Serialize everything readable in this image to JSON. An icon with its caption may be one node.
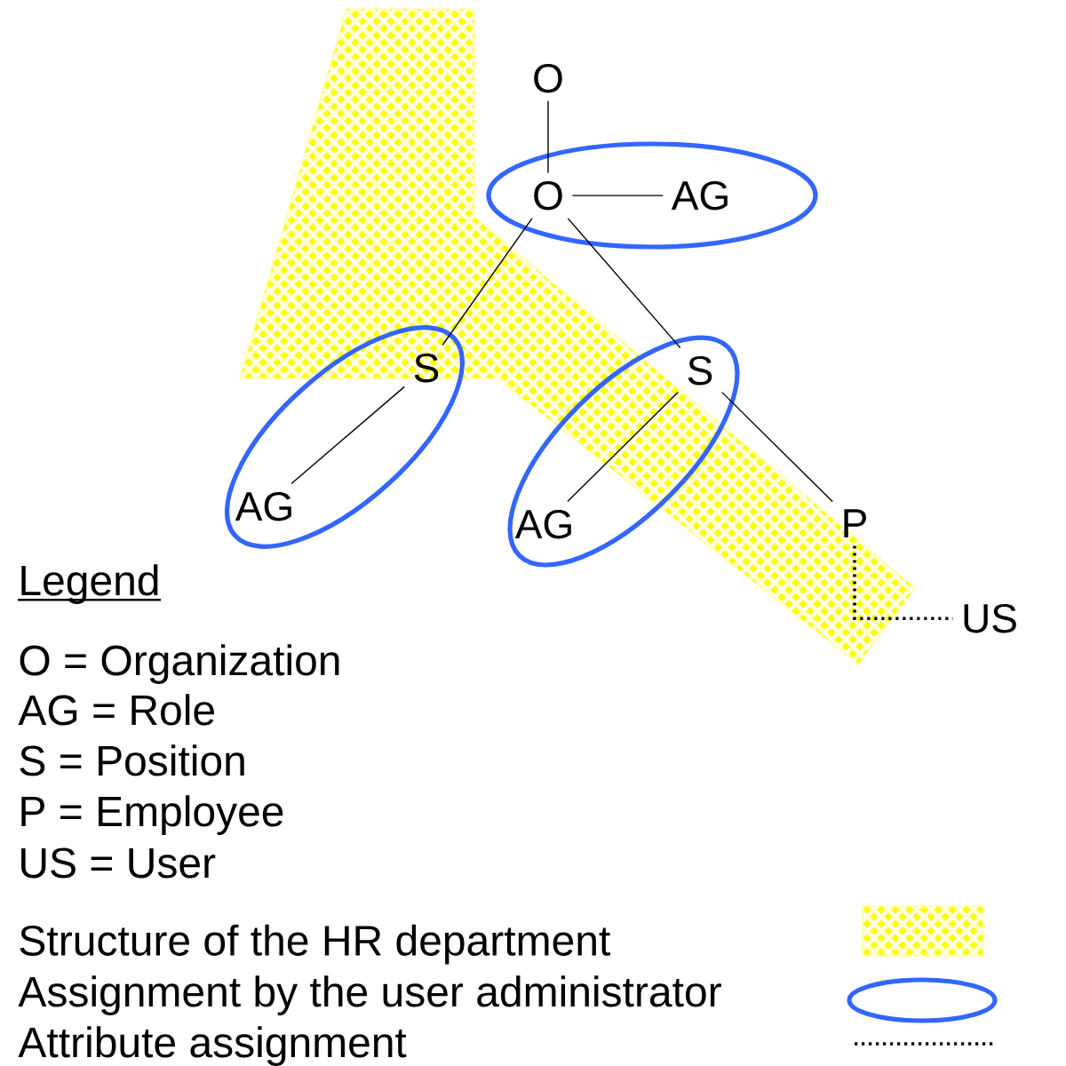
{
  "diagram": {
    "nodes": [
      {
        "text": [
          "O"
        ]
      },
      {
        "text": [],
        "shape": "ellipse"
      },
      {
        "text": [
          "O"
        ],
        "in": 1
      },
      {
        "text": [
          "AG"
        ],
        "in": 1
      },
      {
        "text": [],
        "shape": "ellipse"
      },
      {
        "text": [
          "S"
        ],
        "in": 4
      },
      {
        "text": [
          "AG"
        ],
        "in": 4
      },
      {
        "text": [],
        "shape": "ellipse"
      },
      {
        "text": [
          "S"
        ],
        "in": 7
      },
      {
        "text": [
          "AG"
        ],
        "in": 7
      },
      {
        "text": [
          "P"
        ]
      },
      {
        "text": [
          "US"
        ]
      }
    ],
    "edges": [
      {
        "from": 0,
        "to": 2,
        "arrow": "none"
      },
      {
        "from": 2,
        "to": 3,
        "arrow": "none"
      },
      {
        "from": 2,
        "to": 5,
        "arrow": "none"
      },
      {
        "from": 2,
        "to": 8,
        "arrow": "none"
      },
      {
        "from": 5,
        "to": 6,
        "arrow": "none"
      },
      {
        "from": 8,
        "to": 9,
        "arrow": "none"
      },
      {
        "from": 8,
        "to": 10,
        "arrow": "none"
      },
      {
        "from": 10,
        "to": 11,
        "arrow": "none",
        "style": "dashed"
      }
    ],
    "labels": [
      "Legend",
      "O = Organization",
      "AG = Role",
      "S = Position",
      "P = Employee",
      "US = User"
    ],
    "legend": [
      {
        "text": "Structure of the HR department",
        "color": "#ffff00"
      },
      {
        "text": "Assignment by the user administrator"
      },
      {
        "text": "Attribute assignment"
      }
    ]
  }
}
